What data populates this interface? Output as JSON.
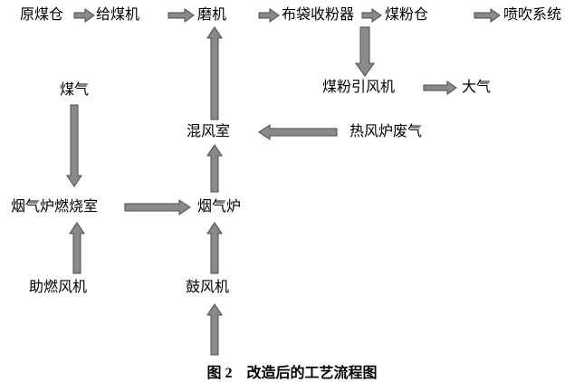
{
  "diagram": {
    "caption": "图 2　改造后的工艺流程图",
    "nodes": {
      "raw_coal_bunker": "原煤仓",
      "coal_feeder": "给煤机",
      "mill": "磨机",
      "bag_collector": "布袋收粉器",
      "coal_powder_bunker": "煤粉仓",
      "injection_system": "喷吹系统",
      "induced_draft_fan": "煤粉引风机",
      "atmosphere": "大气",
      "coal_gas": "煤气",
      "mixing_chamber": "混风室",
      "hot_stove_waste_gas": "热风炉废气",
      "flue_gas_furnace_combustion_chamber": "烟气炉燃烧室",
      "flue_gas_furnace": "烟气炉",
      "combustion_support_fan": "助燃风机",
      "blower": "鼓风机"
    },
    "edges": [
      {
        "from": "原煤仓",
        "to": "给煤机"
      },
      {
        "from": "给煤机",
        "to": "磨机"
      },
      {
        "from": "磨机",
        "to": "布袋收粉器"
      },
      {
        "from": "布袋收粉器",
        "to": "煤粉仓"
      },
      {
        "from": "煤粉仓",
        "to": "喷吹系统"
      },
      {
        "from": "布袋收粉器",
        "to": "煤粉引风机"
      },
      {
        "from": "煤粉引风机",
        "to": "大气"
      },
      {
        "from": "煤气",
        "to": "烟气炉燃烧室"
      },
      {
        "from": "烟气炉燃烧室",
        "to": "烟气炉"
      },
      {
        "from": "助燃风机",
        "to": "烟气炉燃烧室"
      },
      {
        "from": "鼓风机",
        "to": "烟气炉"
      },
      {
        "from": "",
        "to": "鼓风机"
      },
      {
        "from": "烟气炉",
        "to": "混风室"
      },
      {
        "from": "热风炉废气",
        "to": "混风室"
      },
      {
        "from": "混风室",
        "to": "磨机"
      }
    ],
    "colors": {
      "arrow_fill": "#8a8a8a",
      "arrow_stroke": "#4a4a4a",
      "text": "#000000",
      "background": "#ffffff"
    }
  }
}
